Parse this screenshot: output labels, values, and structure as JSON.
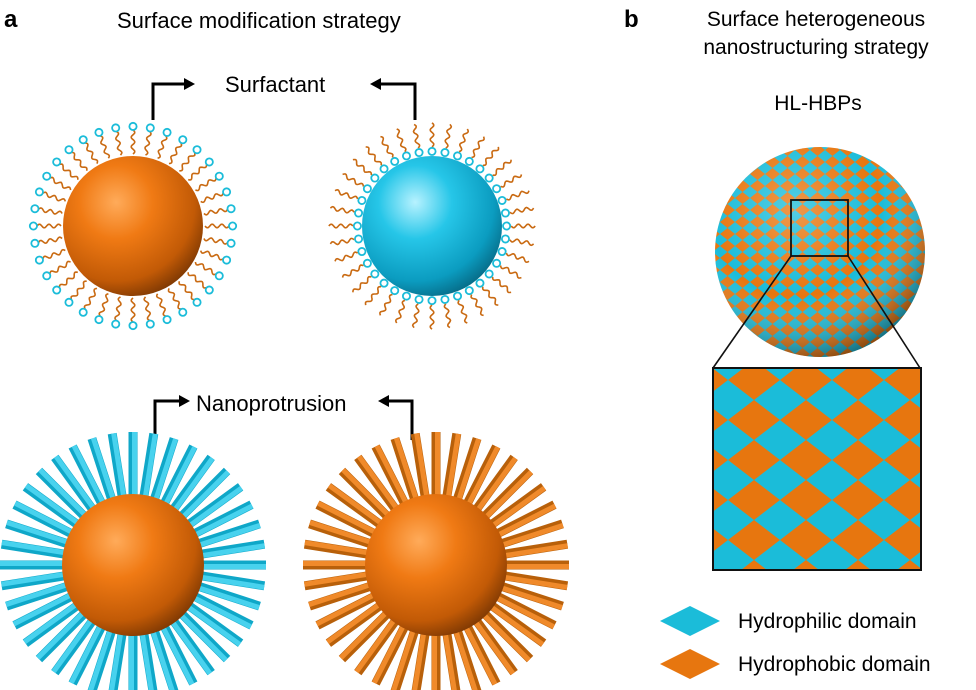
{
  "panel_a": {
    "letter": "a",
    "title": "Surface modification strategy",
    "surfactant_label": "Surfactant",
    "nanoprotrusion_label": "Nanoprotrusion"
  },
  "panel_b": {
    "letter": "b",
    "title_line1": "Surface heterogeneous",
    "title_line2": "nanostructuring strategy",
    "particle_label": "HL-HBPs",
    "legend": [
      {
        "label": "Hydrophilic domain",
        "color": "#1bbcd9"
      },
      {
        "label": "Hydrophobic domain",
        "color": "#e7760f"
      }
    ]
  },
  "colors": {
    "hydrophilic": "#1bbcd9",
    "hydrophobic": "#e7760f",
    "surfactant_tail": "#c96a12",
    "arrow": "#000000"
  }
}
